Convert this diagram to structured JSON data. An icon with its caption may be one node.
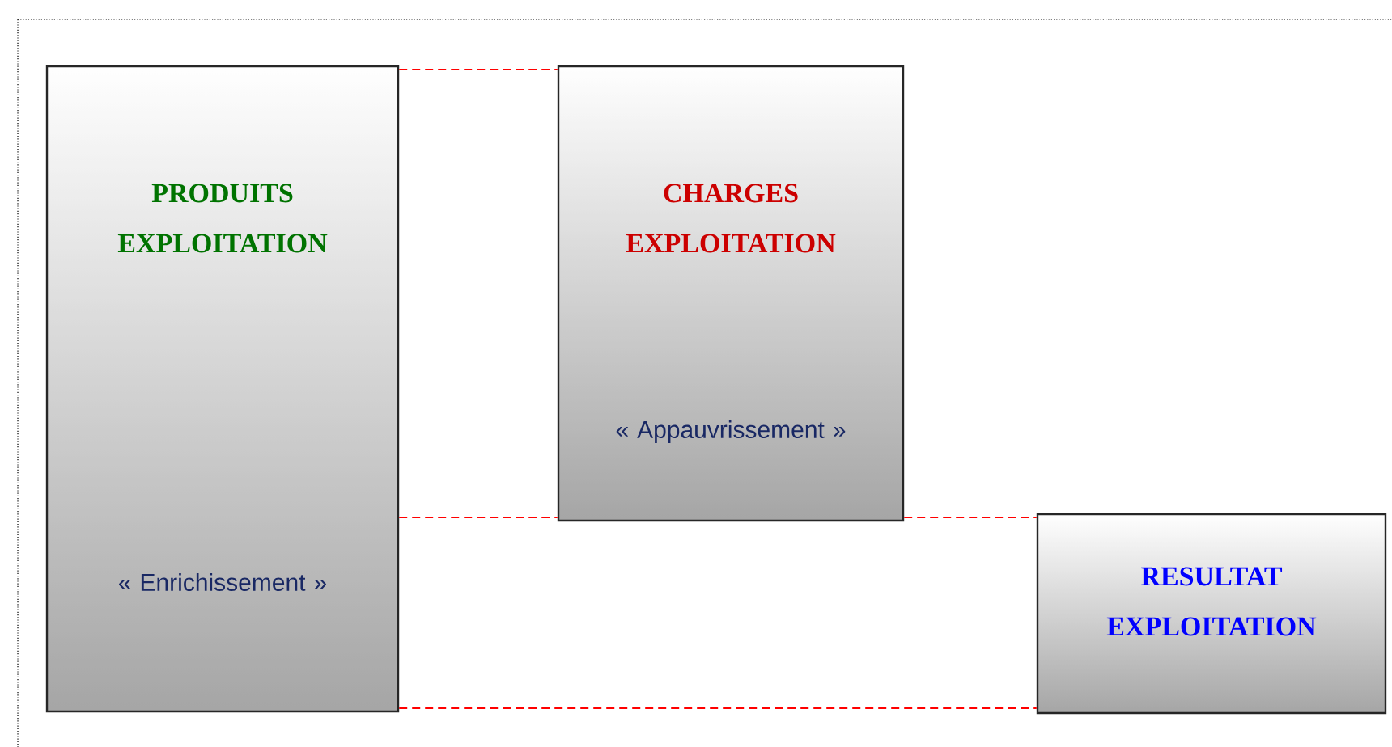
{
  "diagram": {
    "nodes": [
      {
        "text": [
          "PRODUITS EXPLOITATION",
          "« Enrichissement »"
        ]
      },
      {
        "text": [
          "CHARGES EXPLOITATION",
          "« Appauvrissement »"
        ]
      },
      {
        "text": [
          "RESULTAT EXPLOITATION"
        ]
      }
    ],
    "edges": [
      {
        "from": 0,
        "to": 1,
        "arrow": "none",
        "style": "dashed"
      },
      {
        "from": 0,
        "to": 1,
        "arrow": "none",
        "style": "dashed"
      },
      {
        "from": 1,
        "to": 2,
        "arrow": "none",
        "style": "dashed"
      },
      {
        "from": 0,
        "to": 2,
        "arrow": "none",
        "style": "dashed"
      }
    ]
  }
}
